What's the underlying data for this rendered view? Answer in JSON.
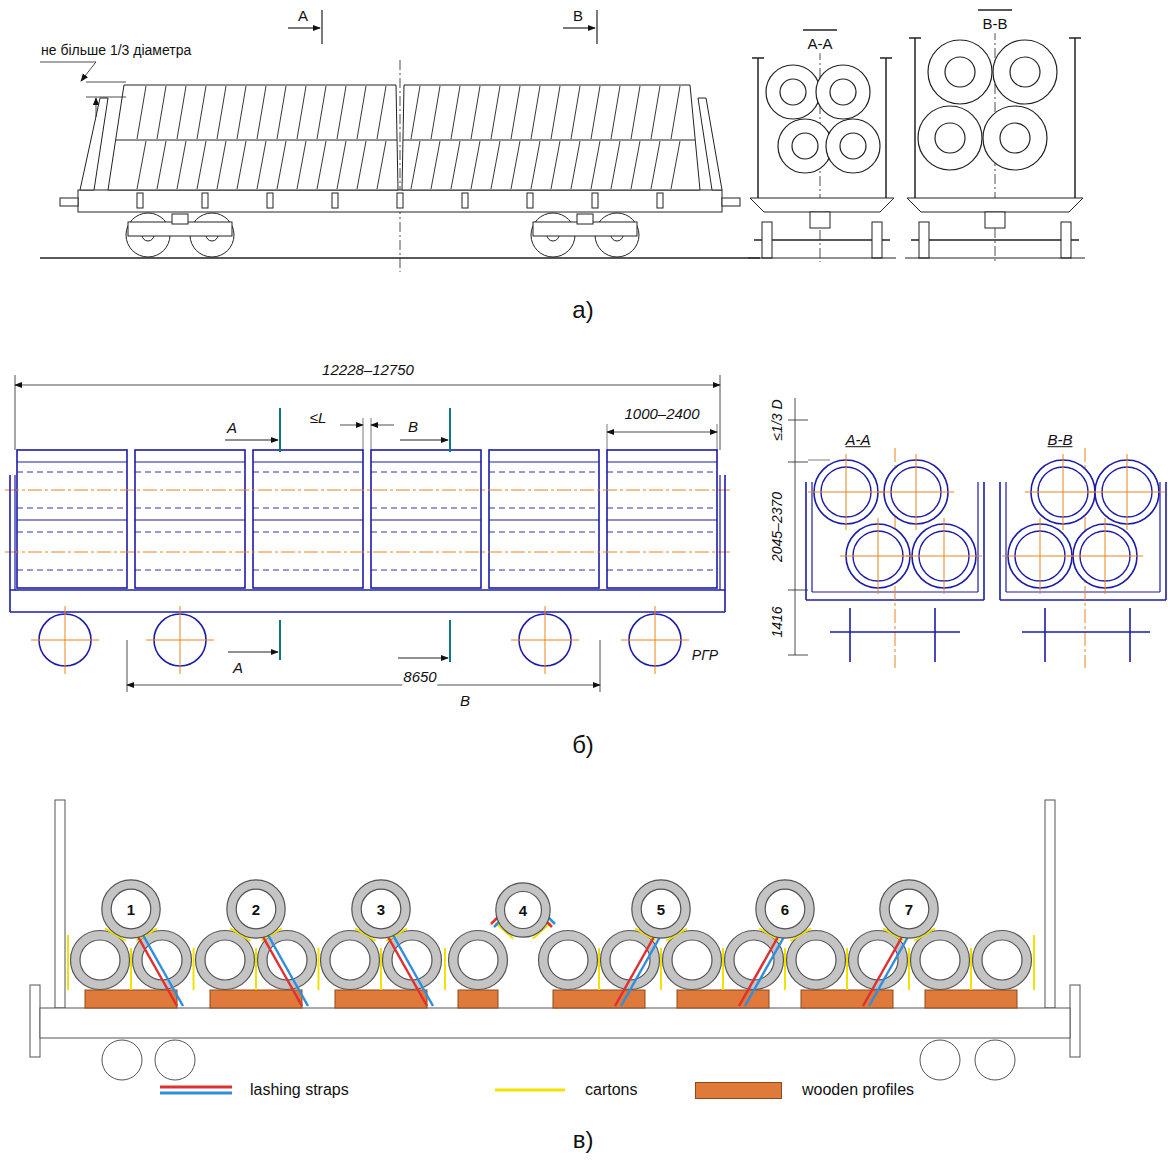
{
  "diagram": {
    "nodes": [
      {
        "text": [
          "1"
        ]
      },
      {
        "text": [
          "2"
        ]
      },
      {
        "text": [
          "3"
        ]
      },
      {
        "text": [
          "4"
        ]
      },
      {
        "text": [
          "5"
        ]
      },
      {
        "text": [
          "6"
        ]
      },
      {
        "text": [
          "7"
        ]
      }
    ],
    "labels": [
      "не більше 1/3 діаметра",
      "A",
      "B",
      "A-A",
      "B-B",
      "а)",
      "12228–12750",
      "A",
      "≤L",
      "B",
      "1000–2400",
      "A",
      "8650",
      "B",
      "РГР",
      "≤1/3 D",
      "2045–2370",
      "1416",
      "A-A",
      "B-B",
      "б)",
      "в)"
    ],
    "legend": [
      {
        "text": "lashing straps"
      },
      {
        "text": "cartons"
      },
      {
        "text": "wooden profiles",
        "color": "#e07a3a"
      }
    ]
  }
}
